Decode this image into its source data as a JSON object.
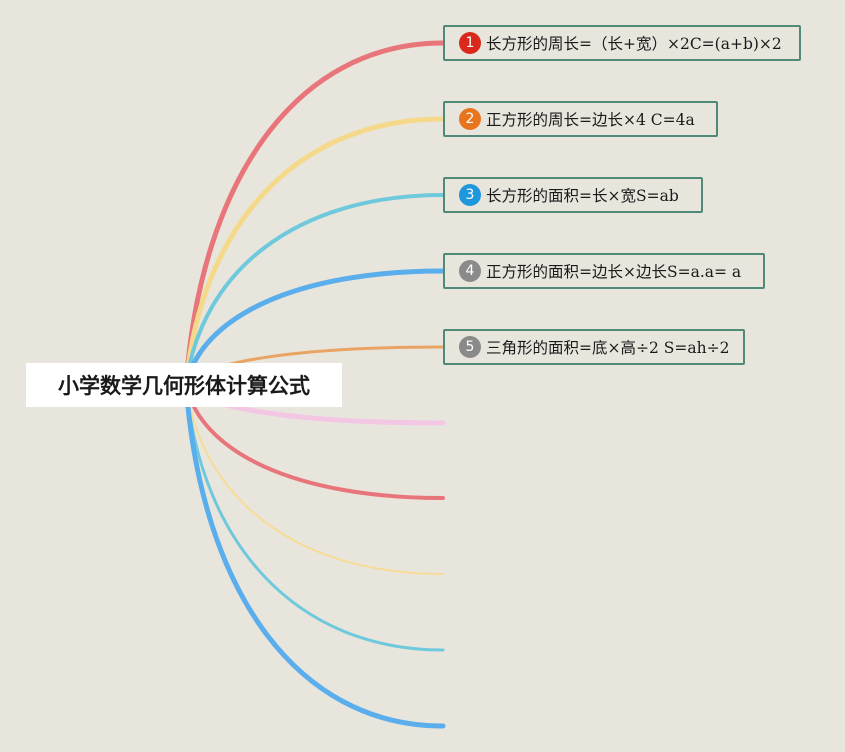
{
  "root": {
    "title": "小学数学几何形体计算公式"
  },
  "nodes": [
    {
      "num": "1",
      "text": "长方形的周长=（长+宽）×2C=(a+b)×2",
      "badge_color": "#d9281c"
    },
    {
      "num": "2",
      "text": "正方形的周长=边长×4 C=4a",
      "badge_color": "#e8751e"
    },
    {
      "num": "3",
      "text": "长方形的面积=长×宽S=ab",
      "badge_color": "#1f97dc"
    },
    {
      "num": "4",
      "text": "正方形的面积=边长×边长S=a.a= a",
      "badge_color": "#8a8a8a"
    },
    {
      "num": "5",
      "text": "三角形的面积=底×高÷2 S=ah÷2",
      "badge_color": "#8a8a8a"
    }
  ],
  "branch_colors": [
    "#e8757a",
    "#f5d98b",
    "#6fc9dc",
    "#5aaeec",
    "#e9a464",
    "#f3c6e4",
    "#e8757a",
    "#f7dc96",
    "#6fc9dc",
    "#5aaeec"
  ]
}
